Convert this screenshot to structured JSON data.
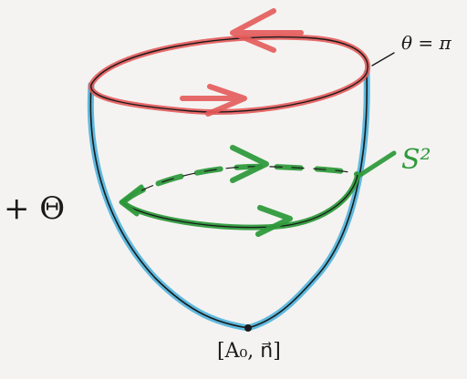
{
  "labels": {
    "theta_pi": "θ = π",
    "s2": "S²",
    "plus_theta": "+ Θ",
    "base_point": "[A₀, n⃗]"
  },
  "colors": {
    "outline": "#1a1a1a",
    "bowl_side": "#4fb3dc",
    "top_loop": "#e45a5a",
    "sphere_loop": "#2f9a3c",
    "background": "#f4f3f1"
  }
}
